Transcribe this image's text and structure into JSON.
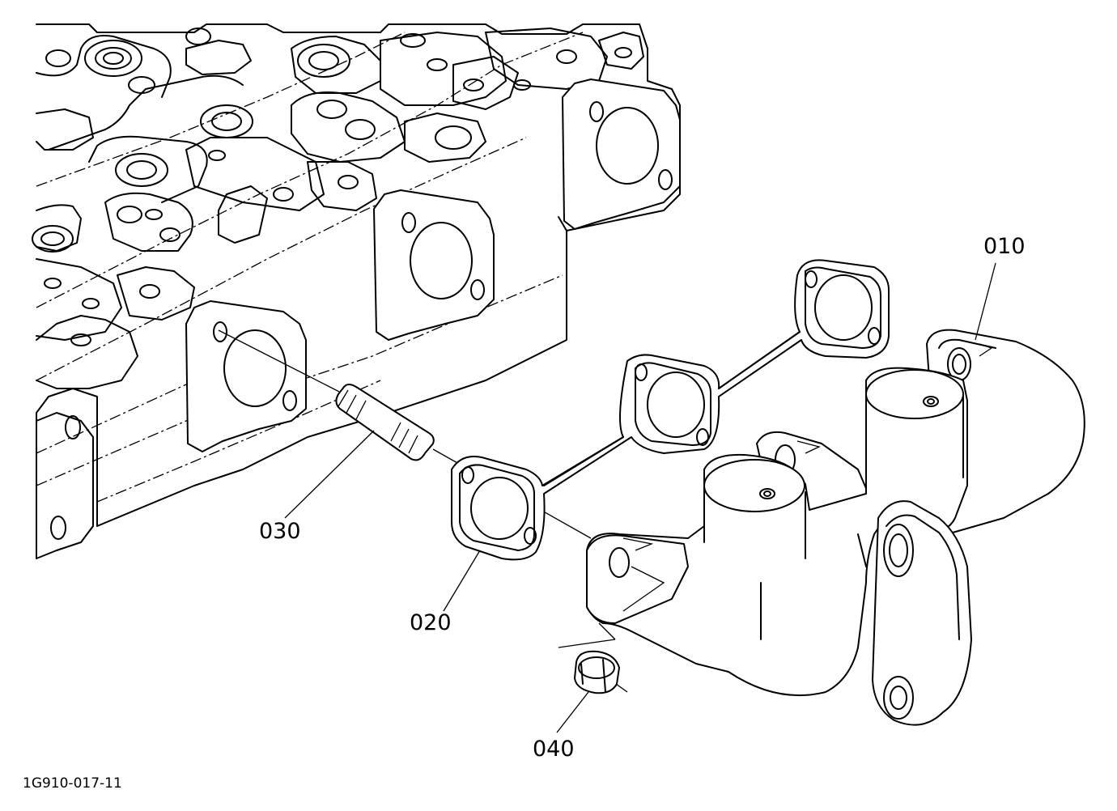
{
  "diagram": {
    "callouts": [
      {
        "id": "010",
        "label": "010"
      },
      {
        "id": "020",
        "label": "020"
      },
      {
        "id": "030",
        "label": "030"
      },
      {
        "id": "040",
        "label": "040"
      }
    ],
    "document_id": "1G910-017-11"
  }
}
